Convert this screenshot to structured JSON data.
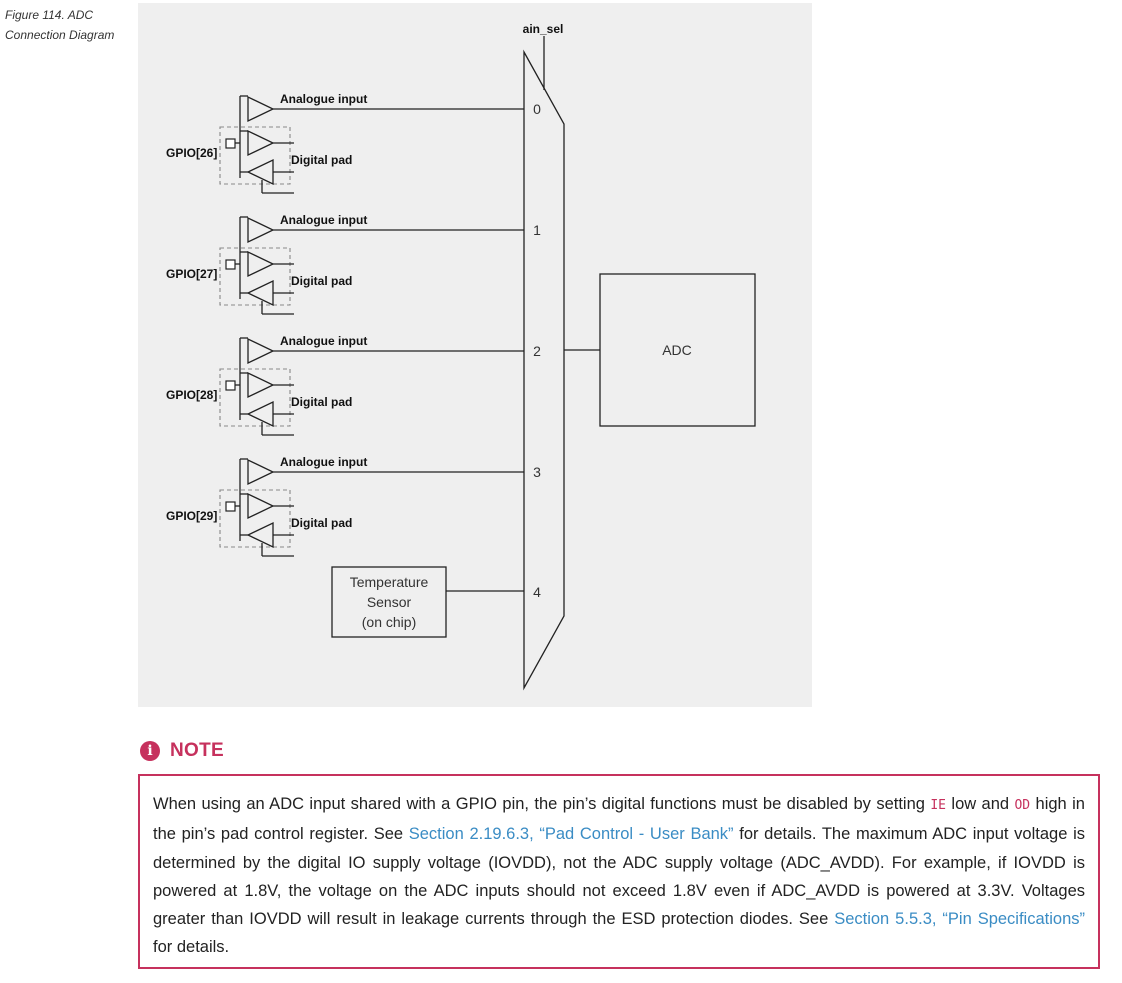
{
  "figure": {
    "caption": "Figure 114. ADC Connection Diagram",
    "selector_label": "ain_sel",
    "adc_label": "ADC",
    "gpio_groups": [
      {
        "gpio": "GPIO[26]",
        "analogue": "Analogue input",
        "digital": "Digital pad",
        "channel": "0"
      },
      {
        "gpio": "GPIO[27]",
        "analogue": "Analogue input",
        "digital": "Digital pad",
        "channel": "1"
      },
      {
        "gpio": "GPIO[28]",
        "analogue": "Analogue input",
        "digital": "Digital pad",
        "channel": "2"
      },
      {
        "gpio": "GPIO[29]",
        "analogue": "Analogue input",
        "digital": "Digital pad",
        "channel": "3"
      }
    ],
    "temperature_sensor": {
      "lines": [
        "Temperature",
        "Sensor",
        "(on chip)"
      ],
      "channel": "4"
    }
  },
  "note": {
    "icon": "info-icon",
    "title": "NOTE",
    "accent_color": "#c6315d",
    "link_color": "#3a8cc4",
    "text_1": "When using an ADC input shared with a GPIO pin, the pin’s digital functions must be disabled by setting ",
    "code_ie": "IE",
    "text_2": " low and ",
    "code_od": "OD",
    "text_3": " high in the pin’s pad control register. See ",
    "link_1": "Section 2.19.6.3, “Pad Control - User Bank”",
    "text_4": " for details. The maximum ADC input voltage is determined by the digital IO supply voltage (IOVDD), not the ADC supply voltage (ADC_AVDD). For example, if IOVDD is powered at 1.8V, the voltage on the ADC inputs should not exceed 1.8V even if ADC_AVDD is powered at 3.3V. Voltages greater than IOVDD will result in leakage currents through the ESD protection diodes. See ",
    "link_2": "Section 5.5.3, “Pin Specifications”",
    "text_5": " for details."
  }
}
